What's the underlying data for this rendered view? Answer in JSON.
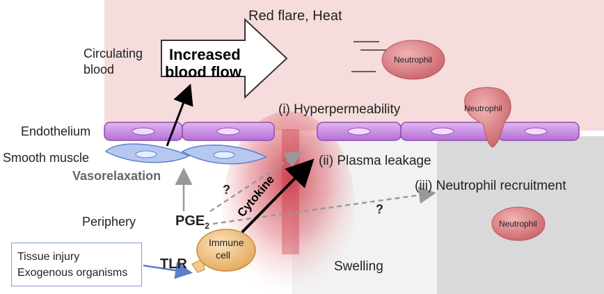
{
  "top_label": "Red flare, Heat",
  "circulating": "Circulating blood",
  "circulating_line1": "Circulating",
  "circulating_line2": "blood",
  "blood_flow_line1": "Increased",
  "blood_flow_line2": "blood flow",
  "neutrophil": "Neutrophil",
  "hyperpermeability": "(i) Hyperpermeability",
  "endothelium": "Endothelium",
  "smooth_muscle": "Smooth muscle",
  "vasorelaxation": "Vasorelaxation",
  "plasma_leakage": "(ii) Plasma leakage",
  "neutrophil_recruitment": "(iii) Neutrophil recruitment",
  "question_mark": "?",
  "periphery": "Periphery",
  "pge2_main": "PGE",
  "pge2_sub": "2",
  "cytokine": "Cytokine",
  "immune_line1": "Immune",
  "immune_line2": "cell",
  "tlr": "TLR",
  "injury_line1": "Tissue injury",
  "injury_line2": "Exogenous organisms",
  "swelling": "Swelling",
  "colors": {
    "blood_region": "#f6dcdc",
    "endothelium_fill": "#c78be0",
    "smooth_muscle_fill": "#b6c8ef",
    "neutrophil_fill": "#dc8a8c",
    "immune_fill": "#f3c98c",
    "tissue_gray": "#d9d9d9"
  }
}
